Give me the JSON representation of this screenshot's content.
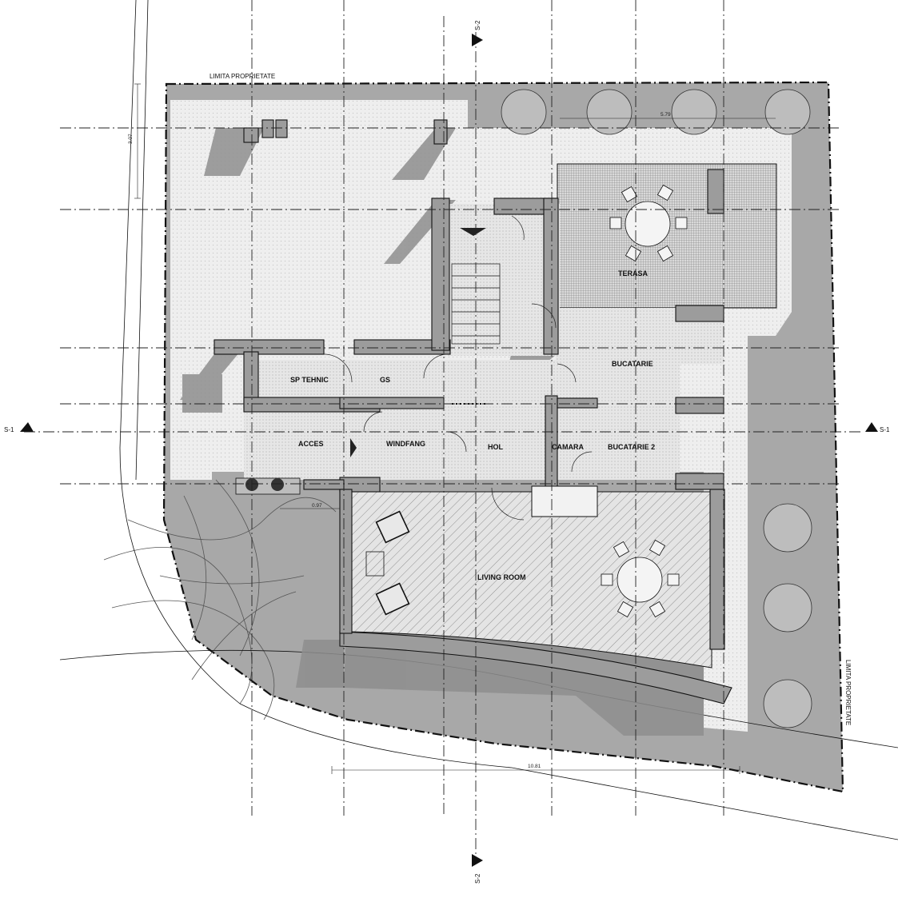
{
  "labels": {
    "limita_top": "LIMITA PROPRIETATE",
    "limita_right": "LIMITA PROPRIETATE",
    "sp_tehnic": "SP TEHNIC",
    "gs": "GS",
    "acces": "ACCES",
    "windfang": "WINDFANG",
    "hol": "HOL",
    "camara": "CAMARA",
    "bucatarie": "BUCATARIE",
    "bucatarie2": "BUCATARIE 2",
    "terasa": "TERASA",
    "living": "LIVING ROOM"
  },
  "sections": {
    "s1_left": "S-1",
    "s1_right": "S-1",
    "s2_top": "S-2",
    "s2_bottom": "S-2"
  },
  "dimensions": {
    "d_left_vertical": "3.07",
    "d_top_trees": "5.79",
    "d_entrance": "0.97",
    "d_bottom": "10.81"
  },
  "colors": {
    "site_dark": "#a6a6a6",
    "site_light": "#d6d6d6",
    "floor": "#e9e9e9",
    "wall": "#9c9c9c",
    "shadow": "#8a8a8a"
  },
  "icons": {
    "tree": "tree-canopy-icon",
    "section_marker": "section-arrow-icon",
    "chair": "chair-icon"
  }
}
